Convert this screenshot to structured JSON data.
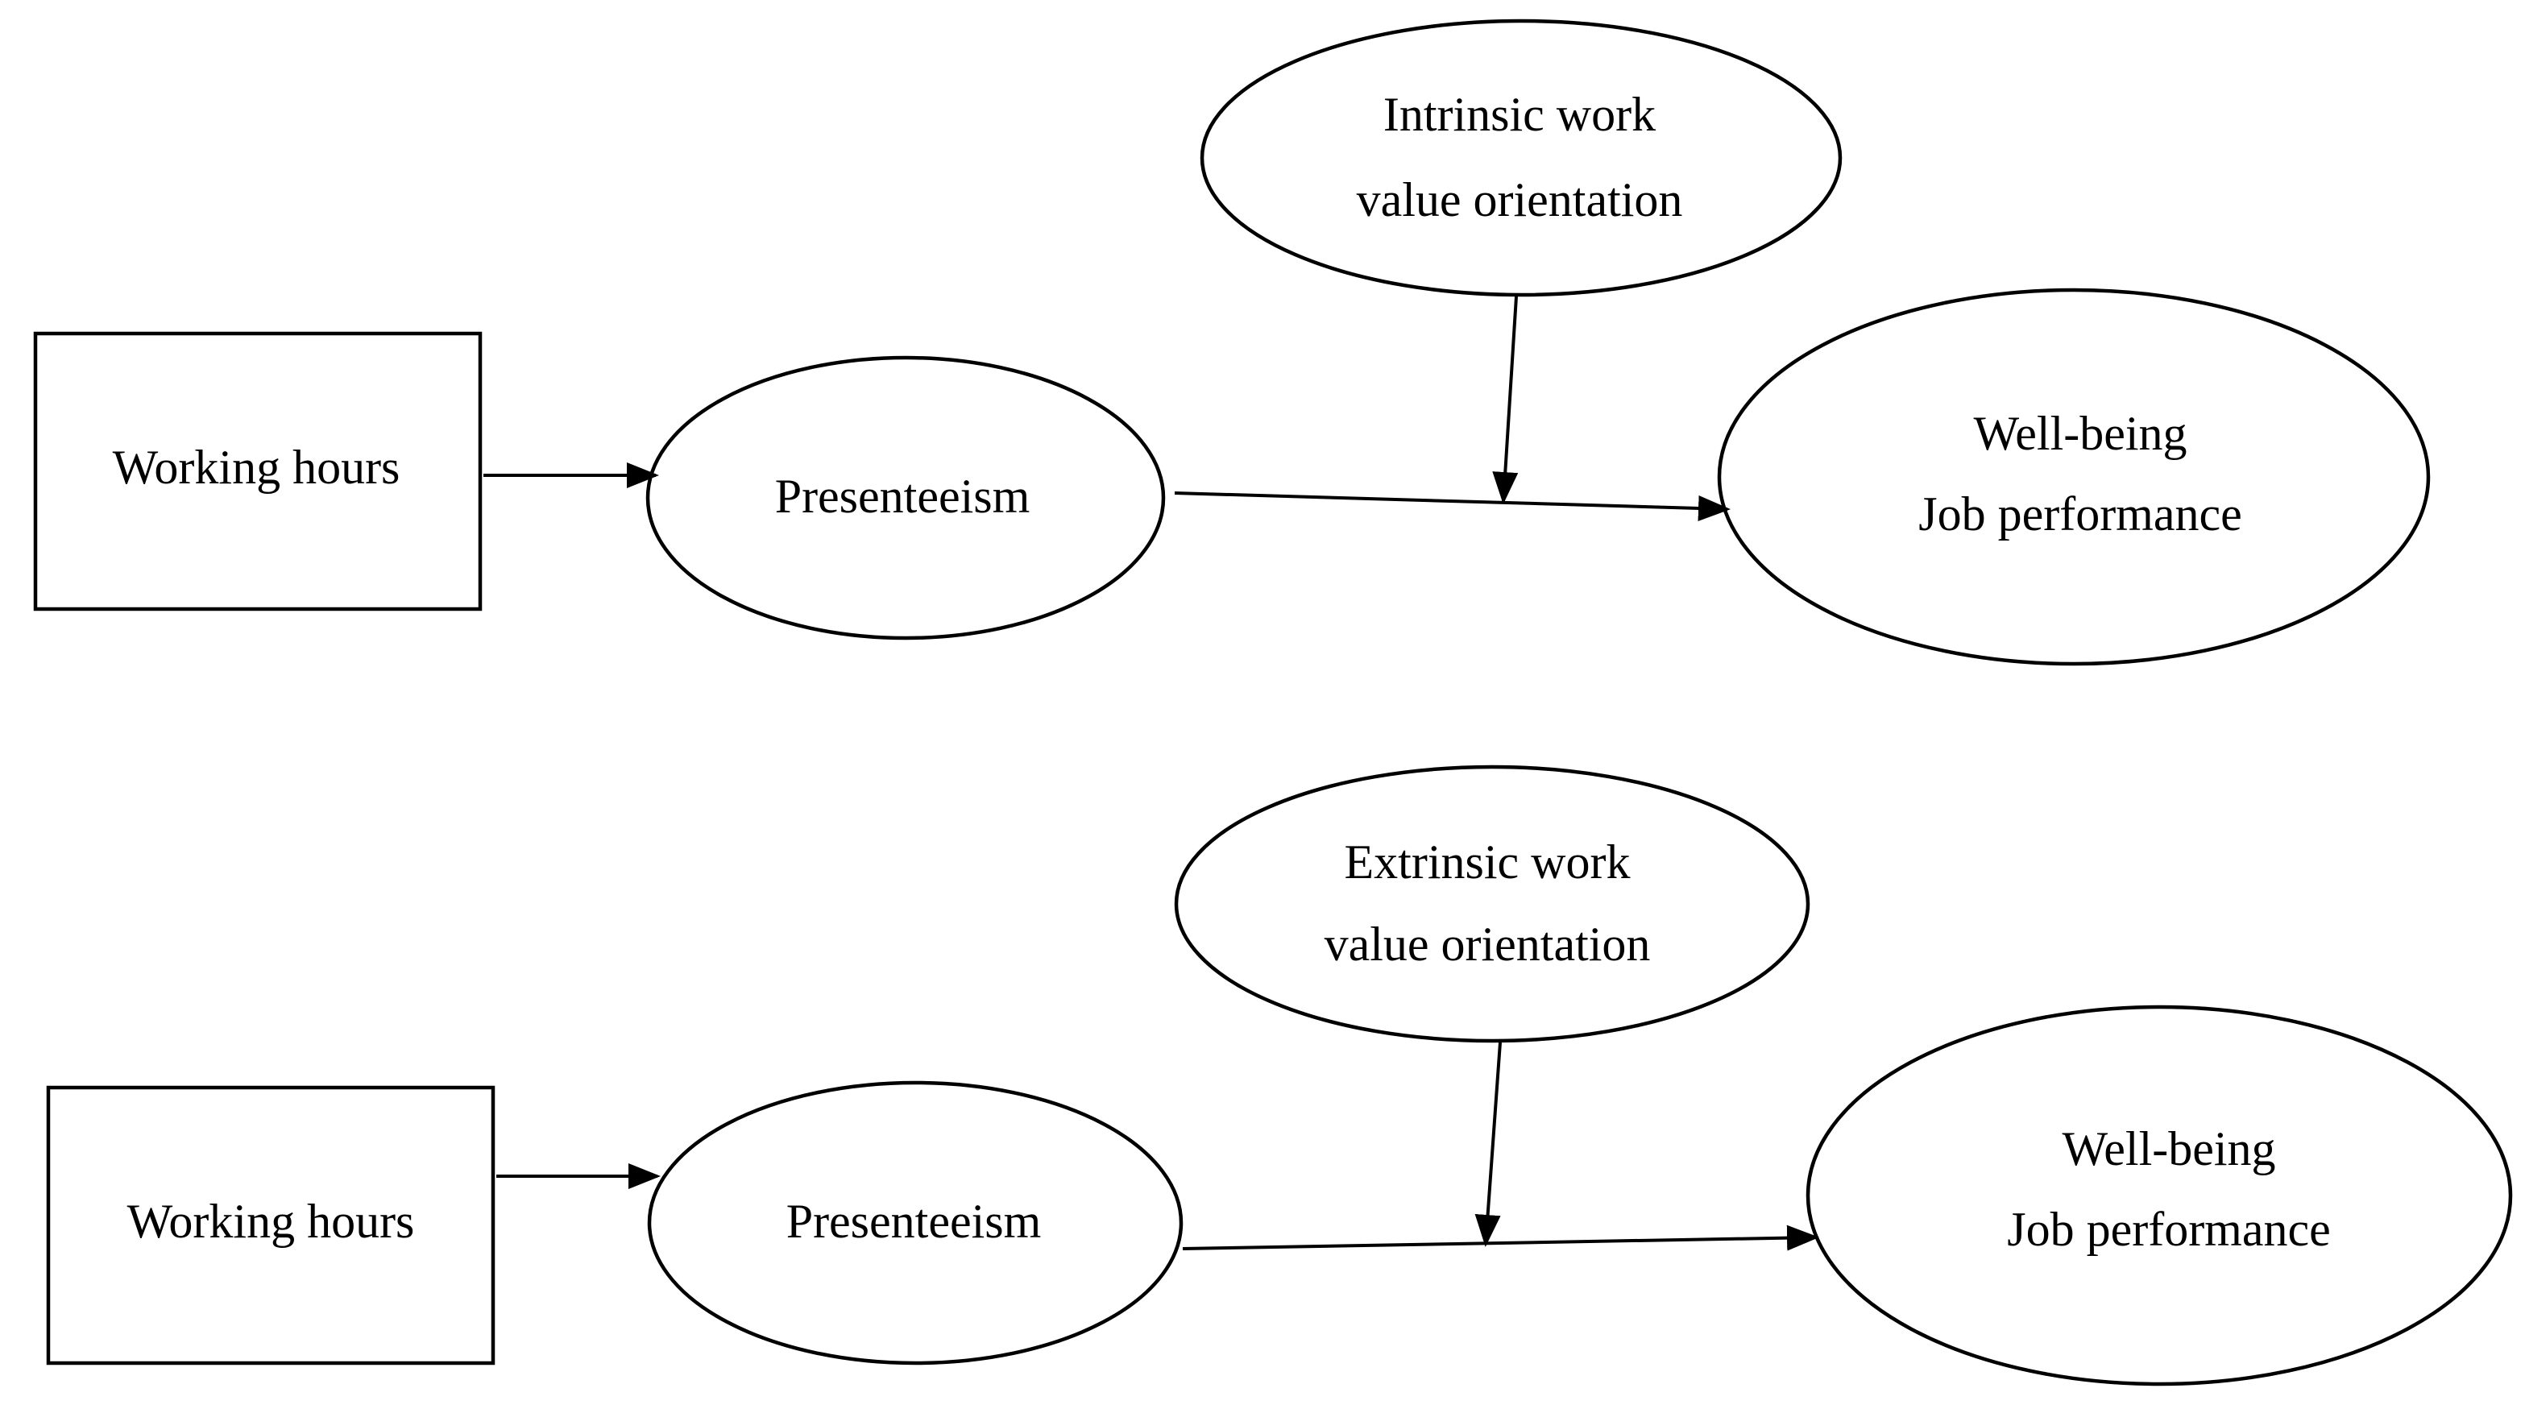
{
  "diagrams": [
    {
      "id": "top",
      "predictor": "Working hours",
      "mediator": "Presenteeism",
      "moderator": [
        "Intrinsic work",
        "value orientation"
      ],
      "outcome": [
        "Well-being",
        "Job performance"
      ]
    },
    {
      "id": "bottom",
      "predictor": "Working hours",
      "mediator": "Presenteeism",
      "moderator": [
        "Extrinsic work",
        "value orientation"
      ],
      "outcome": [
        "Well-being",
        "Job performance"
      ]
    }
  ]
}
